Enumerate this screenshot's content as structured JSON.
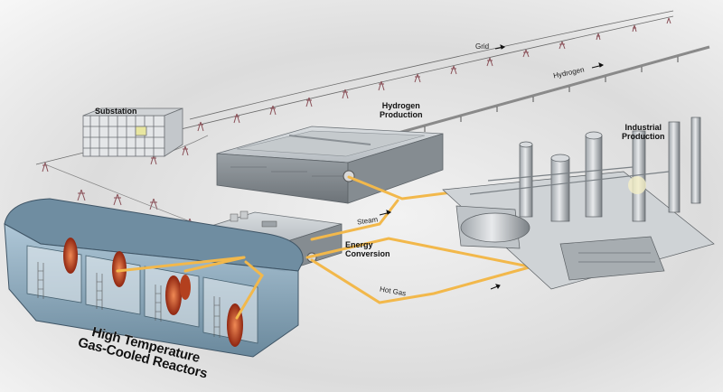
{
  "labels": {
    "substation": "Substation",
    "hydrogen_production_line1": "Hydrogen",
    "hydrogen_production_line2": "Production",
    "industrial_production_line1": "Industrial",
    "industrial_production_line2": "Production",
    "energy_conversion_line1": "Energy",
    "energy_conversion_line2": "Conversion",
    "reactors_line1": "High Temperature",
    "reactors_line2": "Gas-Cooled Reactors"
  },
  "flows": {
    "grid": "Grid",
    "hydrogen": "Hydrogen",
    "steam": "Steam",
    "hot_gas": "Hot Gas"
  },
  "colors": {
    "pipe": "#f2b84b",
    "reactor": "#c8431f",
    "reactor_pool": "#8fb3c9",
    "building": "#a9afb3",
    "pylon": "#8a5058"
  }
}
